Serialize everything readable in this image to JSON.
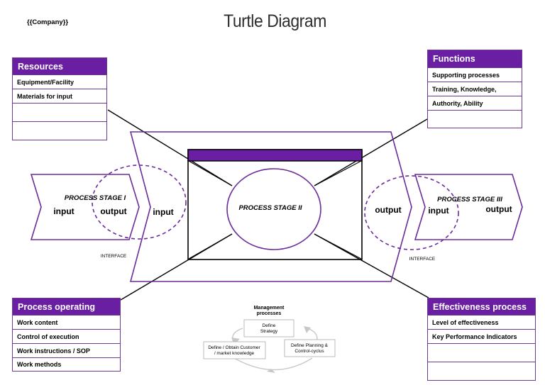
{
  "header": {
    "company": "{{Company}}",
    "title": "Turtle Diagram"
  },
  "boxes": {
    "resources": {
      "title": "Resources",
      "rows": [
        "Equipment/Facility",
        "Materials for input",
        "",
        ""
      ]
    },
    "functions": {
      "title": "Functions",
      "rows": [
        "Supporting processes",
        "Training, Knowledge,",
        "Authority, Ability",
        ""
      ]
    },
    "process_operating": {
      "title": "Process operating",
      "rows": [
        "Work content",
        "Control of execution",
        "Work instructions / SOP",
        "Work methods"
      ]
    },
    "effectiveness": {
      "title": "Effectiveness process",
      "rows": [
        "Level of effectiveness",
        "Key Performance Indicators",
        "",
        ""
      ]
    }
  },
  "process": {
    "stage1": {
      "label": "PROCESS STAGE I",
      "input": "input",
      "output": "output"
    },
    "stage2": {
      "label": "PROCESS STAGE II",
      "input": "input",
      "output": "output"
    },
    "stage3": {
      "label": "PROCESS STAGE III",
      "input": "input",
      "output": "output"
    },
    "interface_left": "INTERFACE",
    "interface_right": "INTERFACE"
  },
  "management": {
    "title_line1": "Management",
    "title_line2": "processes",
    "strategy_line1": "Define",
    "strategy_line2": "Strategy",
    "customer_line1": "Define / Obtain Customer",
    "customer_line2": "/ market knowledge",
    "planning_line1": "Define Planning &",
    "planning_line2": "Control-cyclus"
  },
  "colors": {
    "accent": "#6a1fa3",
    "border": "#6a3b8f",
    "line": "#000000"
  }
}
